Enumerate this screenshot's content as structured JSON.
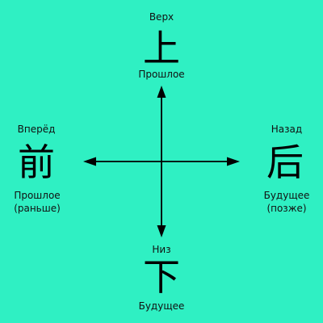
{
  "directions": {
    "up": {
      "word": "Верх",
      "glyph": "上",
      "meaning": "Прошлое"
    },
    "down": {
      "word": "Низ",
      "glyph": "下",
      "meaning": "Будущее"
    },
    "left": {
      "word": "Вперёд",
      "glyph": "前",
      "meaning_line1": "Прошлое",
      "meaning_line2": "(раньше)"
    },
    "right": {
      "word": "Назад",
      "glyph": "后",
      "meaning_line1": "Будущее",
      "meaning_line2": "(позже)"
    }
  },
  "colors": {
    "background": "#2ff0c3",
    "arrow": "#000000"
  }
}
